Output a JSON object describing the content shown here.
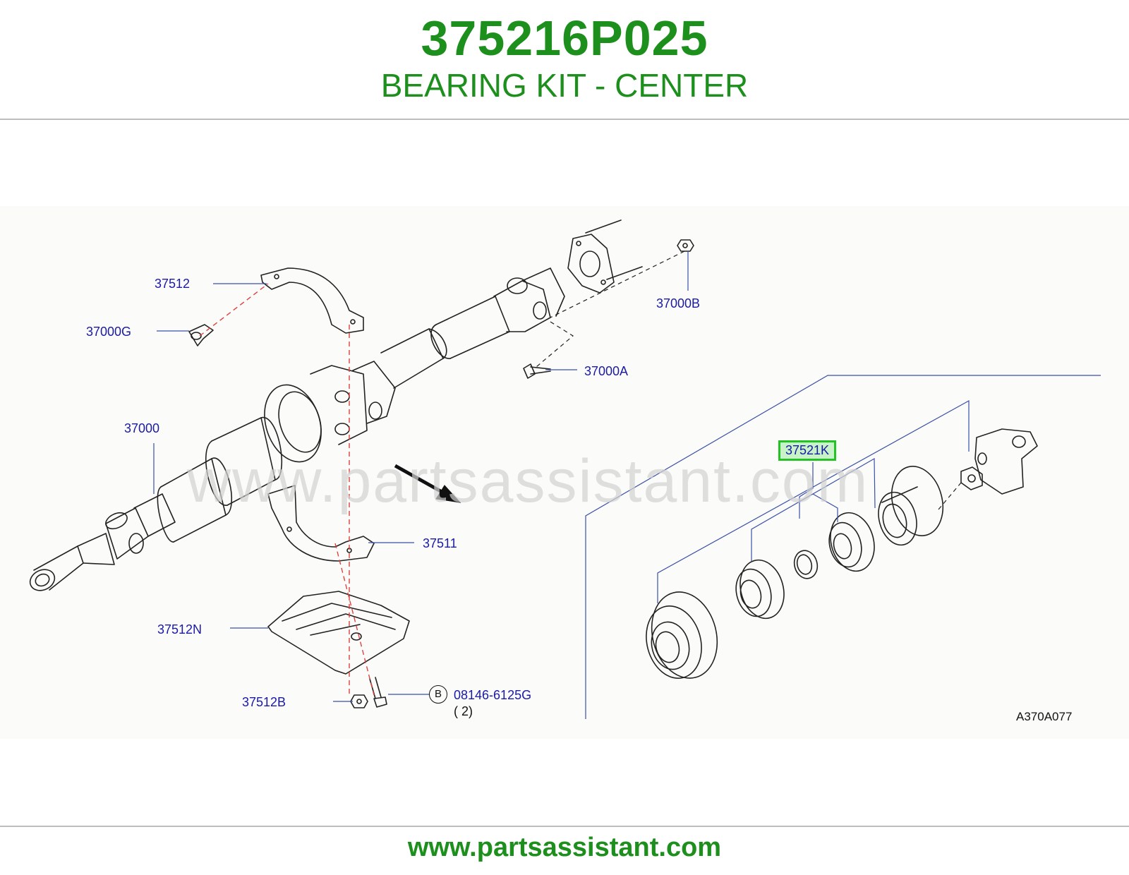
{
  "header": {
    "part_number": "375216P025",
    "part_name": "BEARING KIT - CENTER"
  },
  "diagram": {
    "watermark": "www.partsassistant.com",
    "figure_code": "A370A077",
    "callouts": {
      "c37512": "37512",
      "c37000G": "37000G",
      "c37000B": "37000B",
      "c37000A": "37000A",
      "c37000": "37000",
      "c37521K": "37521K",
      "c37511": "37511",
      "c37512N": "37512N",
      "c37512B": "37512B",
      "c08146": "08146-6125G",
      "c08146_qty": "( 2)",
      "b_marker": "B"
    },
    "highlighted_part": "37521K"
  },
  "footer": {
    "url": "www.partsassistant.com"
  },
  "colors": {
    "title_green": "#1c8f1c",
    "callout_blue": "#1a1aa6",
    "highlight_border": "#22c322",
    "highlight_fill": "#c8f3c8",
    "leader_red": "#e04040"
  }
}
